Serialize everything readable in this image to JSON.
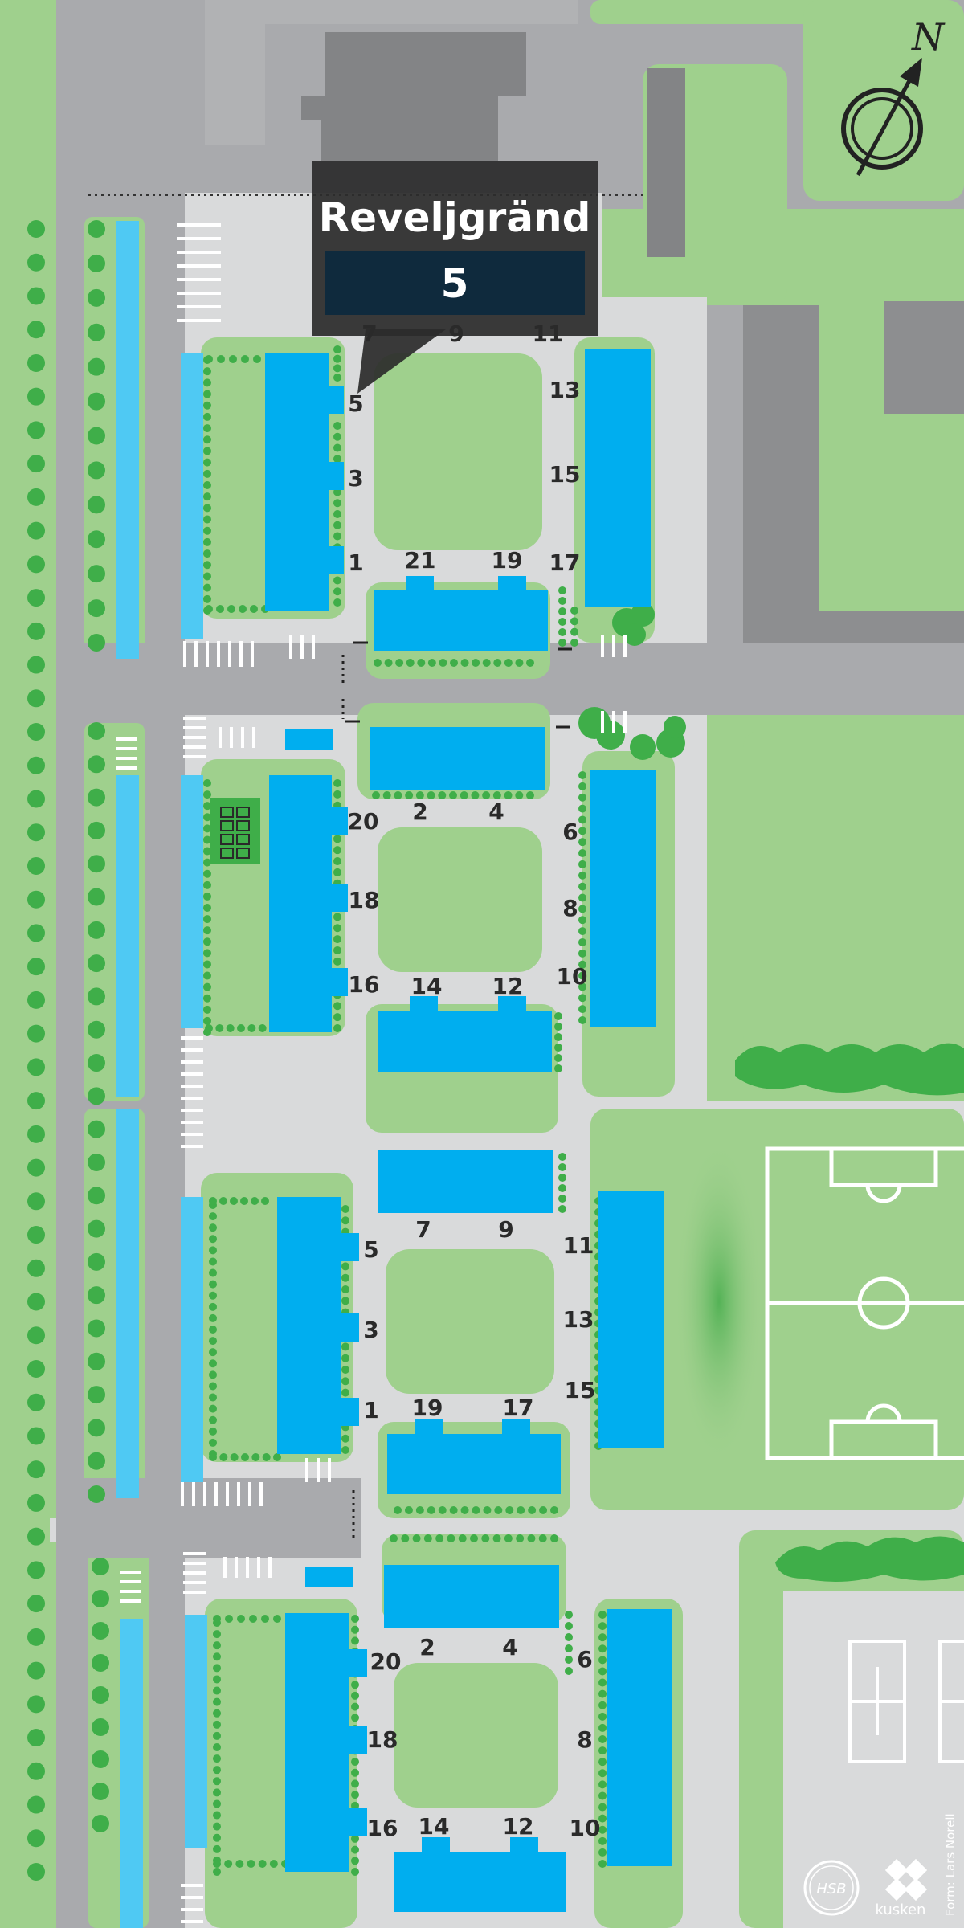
{
  "street": {
    "name": "Reveljgränd",
    "number": "5"
  },
  "compass": {
    "label": "N"
  },
  "credit": "Form: Lars Norell",
  "brand": {
    "name": "kusken",
    "partner_logo": "HSB"
  },
  "colors": {
    "building": "#00aeef",
    "building_light": "#4fc9f3",
    "grass": "#9fd08d",
    "path": "#d9dadb",
    "road": "#a9aaad",
    "dark_building": "#8a8b8d",
    "tree": "#3fae49",
    "callout": "#2b2b2b",
    "callout_badge": "#0f2a3d"
  },
  "labels": [
    {
      "id": "b1-7",
      "text": "7"
    },
    {
      "id": "b1-9",
      "text": "9"
    },
    {
      "id": "b1-11",
      "text": "11"
    },
    {
      "id": "b1-5",
      "text": "5"
    },
    {
      "id": "b1-13",
      "text": "13"
    },
    {
      "id": "b1-3",
      "text": "3"
    },
    {
      "id": "b1-15",
      "text": "15"
    },
    {
      "id": "b1-1",
      "text": "1"
    },
    {
      "id": "b1-21",
      "text": "21"
    },
    {
      "id": "b1-19",
      "text": "19"
    },
    {
      "id": "b1-17",
      "text": "17"
    },
    {
      "id": "b2-2",
      "text": "2"
    },
    {
      "id": "b2-4",
      "text": "4"
    },
    {
      "id": "b2-6",
      "text": "6"
    },
    {
      "id": "b2-20",
      "text": "20"
    },
    {
      "id": "b2-18",
      "text": "18"
    },
    {
      "id": "b2-8",
      "text": "8"
    },
    {
      "id": "b2-16",
      "text": "16"
    },
    {
      "id": "b2-14",
      "text": "14"
    },
    {
      "id": "b2-12",
      "text": "12"
    },
    {
      "id": "b2-10",
      "text": "10"
    },
    {
      "id": "b3-7",
      "text": "7"
    },
    {
      "id": "b3-9",
      "text": "9"
    },
    {
      "id": "b3-5",
      "text": "5"
    },
    {
      "id": "b3-11",
      "text": "11"
    },
    {
      "id": "b3-3",
      "text": "3"
    },
    {
      "id": "b3-13",
      "text": "13"
    },
    {
      "id": "b3-15",
      "text": "15"
    },
    {
      "id": "b3-1",
      "text": "1"
    },
    {
      "id": "b3-19",
      "text": "19"
    },
    {
      "id": "b3-17",
      "text": "17"
    },
    {
      "id": "b4-2",
      "text": "2"
    },
    {
      "id": "b4-4",
      "text": "4"
    },
    {
      "id": "b4-6",
      "text": "6"
    },
    {
      "id": "b4-20",
      "text": "20"
    },
    {
      "id": "b4-18",
      "text": "18"
    },
    {
      "id": "b4-8",
      "text": "8"
    },
    {
      "id": "b4-16",
      "text": "16"
    },
    {
      "id": "b4-14",
      "text": "14"
    },
    {
      "id": "b4-12",
      "text": "12"
    },
    {
      "id": "b4-10",
      "text": "10"
    }
  ]
}
